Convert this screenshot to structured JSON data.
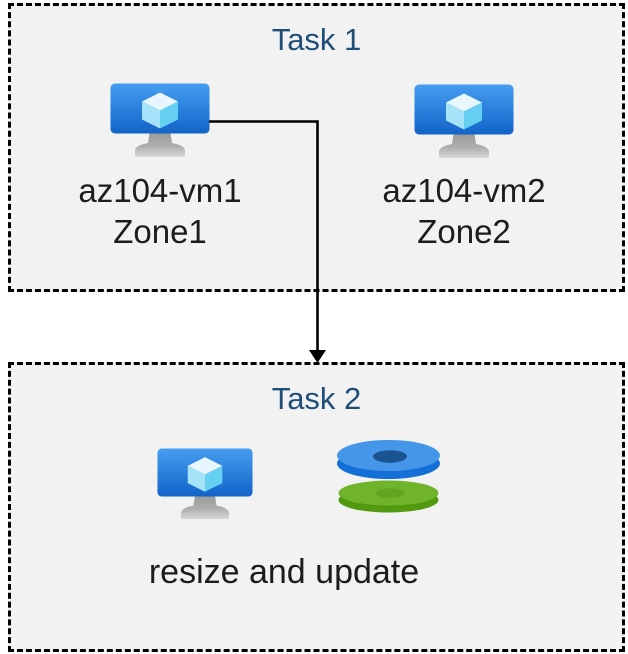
{
  "task1": {
    "title": "Task 1",
    "vms": [
      {
        "name": "az104-vm1",
        "zone": "Zone1"
      },
      {
        "name": "az104-vm2",
        "zone": "Zone2"
      }
    ]
  },
  "task2": {
    "title": "Task 2",
    "caption": "resize and update",
    "icons": [
      "virtual-machine-icon",
      "managed-disks-icon"
    ]
  },
  "connector": {
    "from": "az104-vm1",
    "to": "Task 2",
    "style": "elbow-arrow"
  },
  "colors": {
    "canvas_background": "#ffffff",
    "box_background": "#f2f2f2",
    "box_border": "#000000",
    "title_text": "#1f4e79",
    "label_text": "#1c1c1c",
    "arrow": "#000000",
    "vm_screen_top": "#459df0",
    "vm_screen_bottom": "#1264c8",
    "vm_cube_top": "#e8f6fe",
    "vm_cube_left": "#a6e3f9",
    "vm_cube_right": "#66d0f2",
    "vm_stand": "#aeaeae",
    "disk_blue_face": "#4595e8",
    "disk_blue_side": "#1470d6",
    "disk_blue_hole": "#1a5391",
    "disk_green_face": "#70b42c",
    "disk_green_side": "#519a10",
    "disk_green_hole": "#61a41f"
  }
}
